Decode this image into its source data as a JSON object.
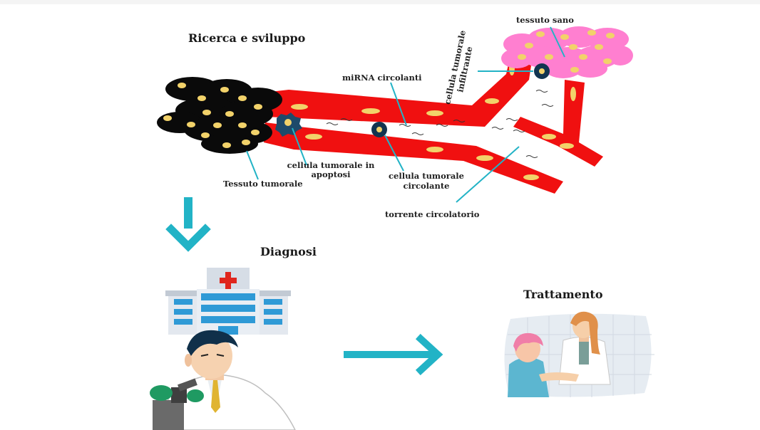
{
  "headings": {
    "research": "Ricerca e sviluppo",
    "diagnosis": "Diagnosi",
    "treatment": "Trattamento"
  },
  "labels": {
    "healthy_tissue": "tessuto sano",
    "tumor_tissue": "Tessuto tumorale",
    "apoptotic_cell": "cellula tumorale in apoptosi",
    "circulating_mirna": "miRNA circolanti",
    "circulating_tumor_cell": "cellula tumorale circolante",
    "infiltrating_tumor_cell": "cellula tumorale infiltrante",
    "bloodstream": "torrente circolatorio"
  },
  "colors": {
    "vessel": "#f01010",
    "tumor": "#0a0a0a",
    "healthy": "#ff7fd0",
    "cell_nucleus": "#f2d26a",
    "circulating_cell": "#123450",
    "arrow": "#22b3c6",
    "hospital_cross": "#e0261d"
  },
  "icons": {
    "hospital": "hospital-icon",
    "doctor": "doctor-microscope-icon",
    "consultation": "doctor-patient-consultation-icon"
  }
}
